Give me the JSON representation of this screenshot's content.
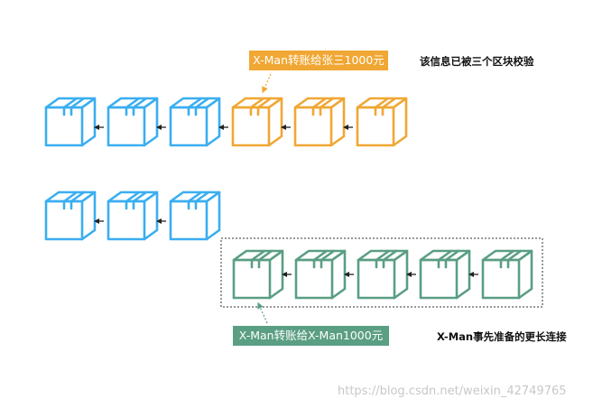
{
  "diagram": {
    "colors": {
      "blue": "#3aaef0",
      "orange": "#f0a733",
      "green": "#5a9e83",
      "arrow": "#222222",
      "text_on_label": "#ffffff",
      "dashed_border": "#333333"
    },
    "top_chain": {
      "blocks": [
        "blue",
        "blue",
        "blue",
        "orange",
        "orange",
        "orange"
      ]
    },
    "bottom_chain": {
      "main_blocks": [
        "blue",
        "blue",
        "blue"
      ],
      "fork_blocks": [
        "green",
        "green",
        "green",
        "green",
        "green"
      ]
    },
    "labels": {
      "orange_tx": "X-Man转账给张三1000元",
      "green_tx": "X-Man转账给X-Man1000元",
      "confirm_note": "该信息已被三个区块校验",
      "longer_chain_note": "X-Man事先准备的更长连接"
    },
    "watermark": "https://blog.csdn.net/weixin_42749765"
  }
}
